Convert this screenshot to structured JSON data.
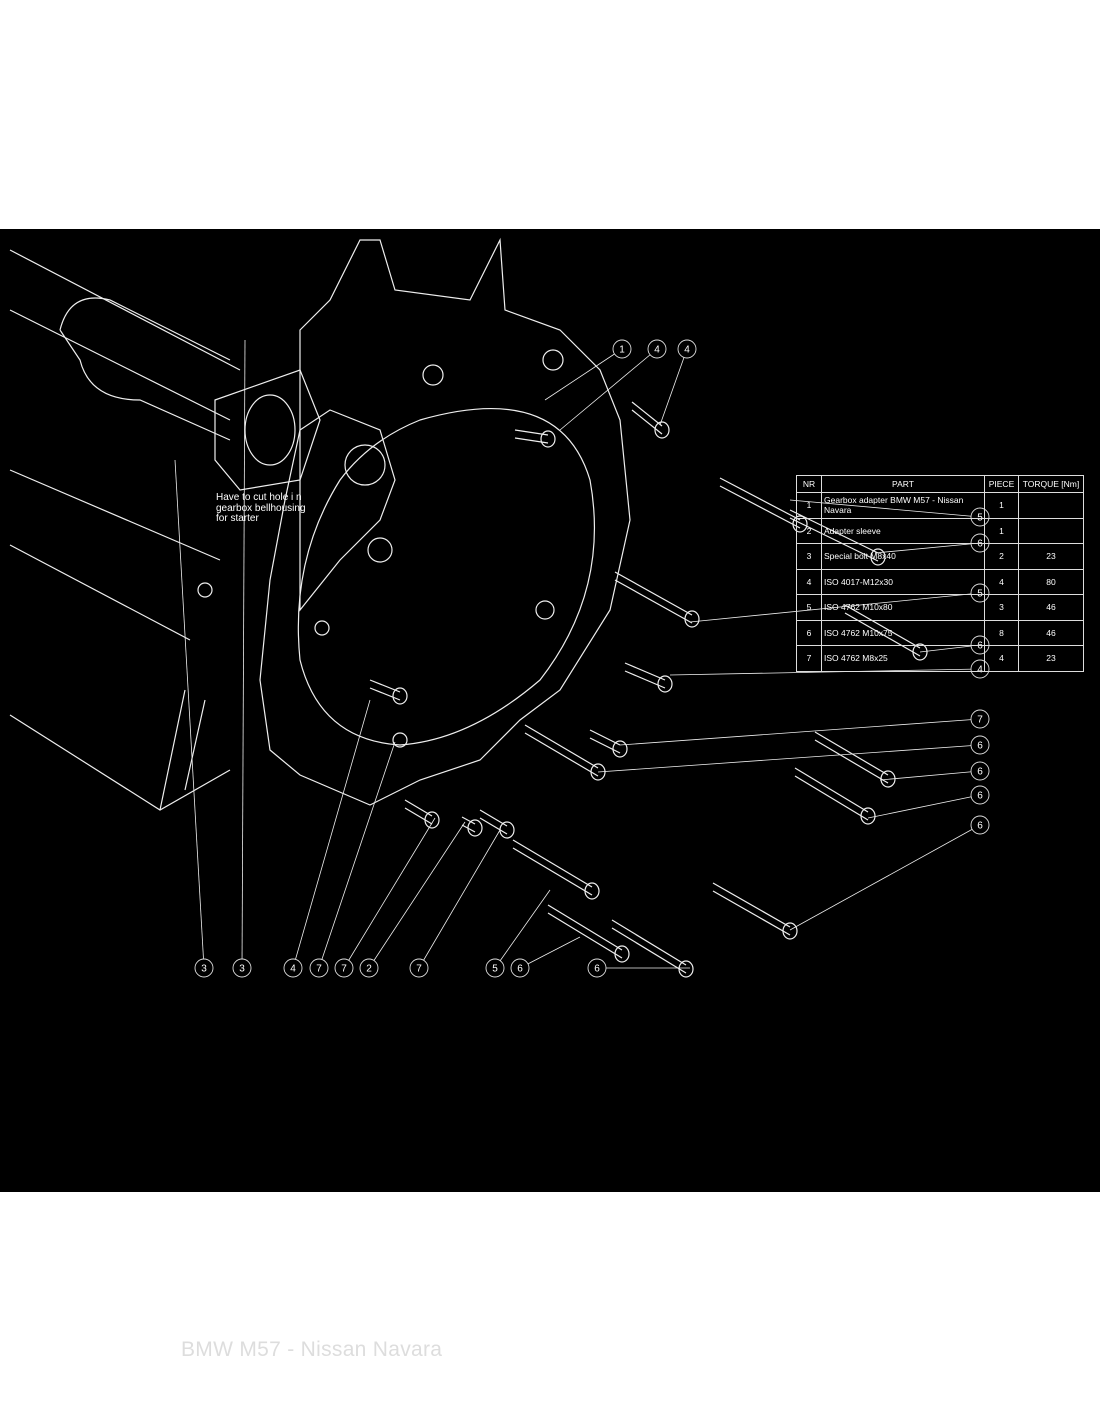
{
  "note": "Have to cut hole i n gearbox bellhousing for starter",
  "table": {
    "headers": {
      "nr": "NR",
      "part": "PART",
      "piece": "PIECE",
      "torque": "TORQUE [Nm]"
    },
    "rows": [
      {
        "nr": "1",
        "part": "Gearbox adapter BMW M57 - Nissan Navara",
        "piece": "1",
        "torque": ""
      },
      {
        "nr": "2",
        "part": "Adapter sleeve",
        "piece": "1",
        "torque": ""
      },
      {
        "nr": "3",
        "part": "Special bolt M8x40",
        "piece": "2",
        "torque": "23"
      },
      {
        "nr": "4",
        "part": "ISO 4017-M12x30",
        "piece": "4",
        "torque": "80"
      },
      {
        "nr": "5",
        "part": "ISO 4762 M10x80",
        "piece": "3",
        "torque": "46"
      },
      {
        "nr": "6",
        "part": "ISO 4762 M10x75",
        "piece": "8",
        "torque": "46"
      },
      {
        "nr": "7",
        "part": "ISO 4762 M8x25",
        "piece": "4",
        "torque": "23"
      }
    ]
  },
  "callouts": [
    "1",
    "4",
    "4",
    "5",
    "6",
    "5",
    "6",
    "4",
    "7",
    "6",
    "6",
    "6",
    "6",
    "3",
    "3",
    "4",
    "7",
    "7",
    "2",
    "7",
    "5",
    "6",
    "6"
  ],
  "title": "BMW M57 - Nissan Navara"
}
